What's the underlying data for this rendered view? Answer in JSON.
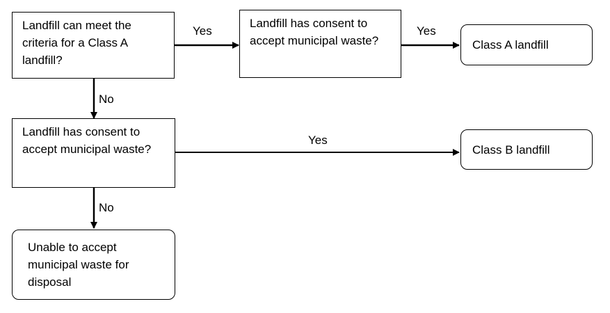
{
  "nodes": {
    "q_class_a_criteria": "Landfill can meet the criteria for a Class A landfill?",
    "q_consent_top": "Landfill has consent to accept municipal waste?",
    "r_class_a": "Class A landfill",
    "q_consent_middle": "Landfill has consent to accept municipal waste?",
    "r_class_b": "Class B landfill",
    "r_unable": "Unable to accept municipal waste for disposal"
  },
  "edges": {
    "criteria_yes": "Yes",
    "consent_top_yes": "Yes",
    "criteria_no": "No",
    "consent_middle_yes": "Yes",
    "consent_middle_no": "No"
  }
}
